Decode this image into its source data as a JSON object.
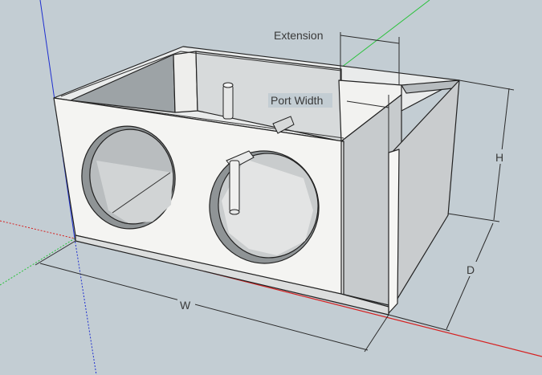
{
  "labels": {
    "extension": "Extension",
    "port_width": "Port Width",
    "height": "H",
    "depth": "D",
    "width": "W"
  },
  "colors": {
    "background": "#c3cdd3",
    "axis_blue": "#1f2fd0",
    "axis_green": "#29c23b",
    "axis_red": "#d62020",
    "face_white": "#f4f4f2",
    "face_shade": "#cfd2d3",
    "dim_line": "#2b2b2b"
  },
  "icons": {
    "driver_left": "speaker-cutout",
    "driver_right": "speaker-cutout",
    "brace": "dowel-brace"
  }
}
